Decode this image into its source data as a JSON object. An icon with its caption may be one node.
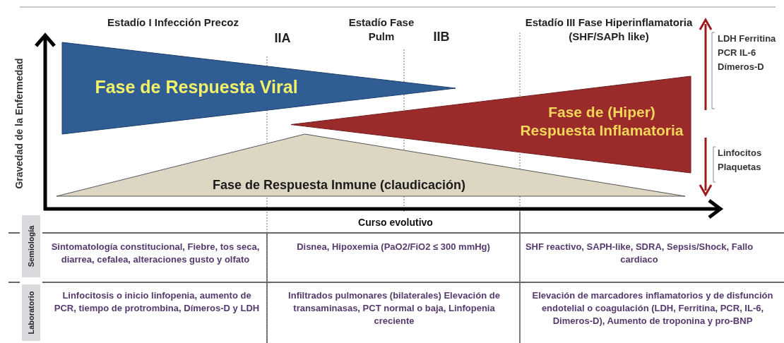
{
  "diagram": {
    "nodes": [
      {
        "text": [
          "Fase de Respuesta Viral"
        ]
      },
      {
        "text": [
          "Fase de (Hiper) Respuesta Inflamatoria"
        ]
      },
      {
        "text": [
          "Fase de Respuesta Inmune (claudicación)"
        ]
      }
    ],
    "labels": [
      "Estadío I Infección Precoz",
      "IIA",
      "Estadío Fase Pulm",
      "IIB",
      "Estadío III Fase Hiperinflamatoria (SHF/SAPh like)",
      "Gravedad de la Enfermedad",
      "LDH Ferritina PCR IL-6 Dímeros-D",
      "Linfocitos Plaquetas",
      "Curso evolutivo",
      "Semiología",
      "Sintomatología constitucional, Fiebre, tos seca, diarrea, cefalea, alteraciones gusto y olfato",
      "Disnea, Hipoxemia (PaO2/FiO2 ≤ 300 mmHg)",
      "SHF reactivo, SAPH-like, SDRA, Sepsis/Shock, Fallo cardiaco",
      "Laboratorio",
      "Linfocitosis o inicio linfopenia, aumento de PCR, tiempo de protrombina, Dímeros-D y LDH",
      "Infiltrados pulmonares (bilaterales) Elevación de transaminasas, PCT normal o baja, Linfopenia creciente",
      "Elevación de marcadores inflamatorios y de disfunción endotelial o coagulación (LDH, Ferritina, PCR, IL-6, Dimeros-D), Aumento de troponina y pro-BNP"
    ]
  }
}
